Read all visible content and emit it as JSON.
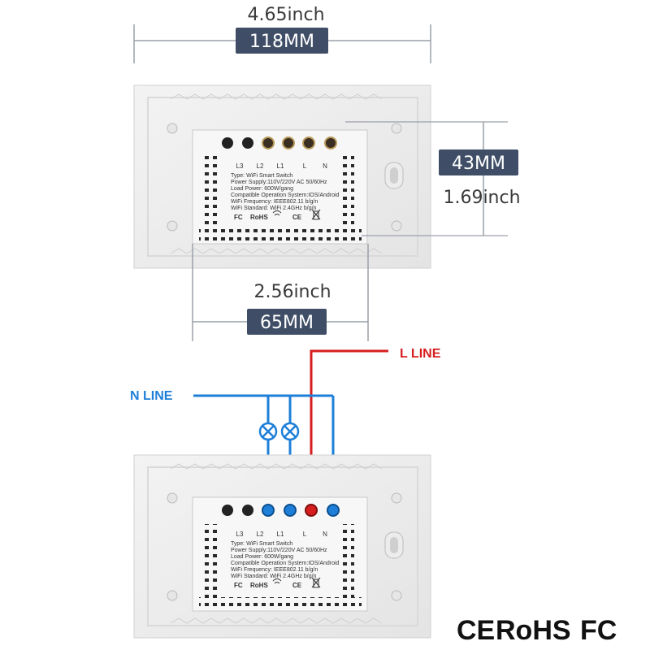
{
  "dimensions": {
    "width_inch": "4.65inch",
    "width_mm": "118MM",
    "height_mm": "43MM",
    "height_inch": "1.69inch",
    "body_inch": "2.56inch",
    "body_mm": "65MM"
  },
  "switch_label": {
    "terminals": [
      "L3",
      "L2",
      "L1",
      "L",
      "N"
    ],
    "lines": [
      "Type: WiFi Smart Switch",
      "Power Supply:110V/220V AC  50/60Hz",
      "Load Power: 600W/gang",
      "Compatible Operation System:IOS/Android",
      "WiFi Frequency: IEEE802.11 b/g/n",
      "WiFi Standard: WiFi 2.4GHz b/g/n"
    ],
    "marks": [
      "FC",
      "RoHS",
      "CE"
    ]
  },
  "wiring": {
    "n_line_label": "N LINE",
    "l_line_label": "L LINE",
    "n_color": "#1e7fd8",
    "l_color": "#d61e1e"
  },
  "certifications": {
    "ce": "CE",
    "rohs": "RoHS",
    "fc": "FC"
  },
  "colors": {
    "badge": "#3f4e66"
  }
}
